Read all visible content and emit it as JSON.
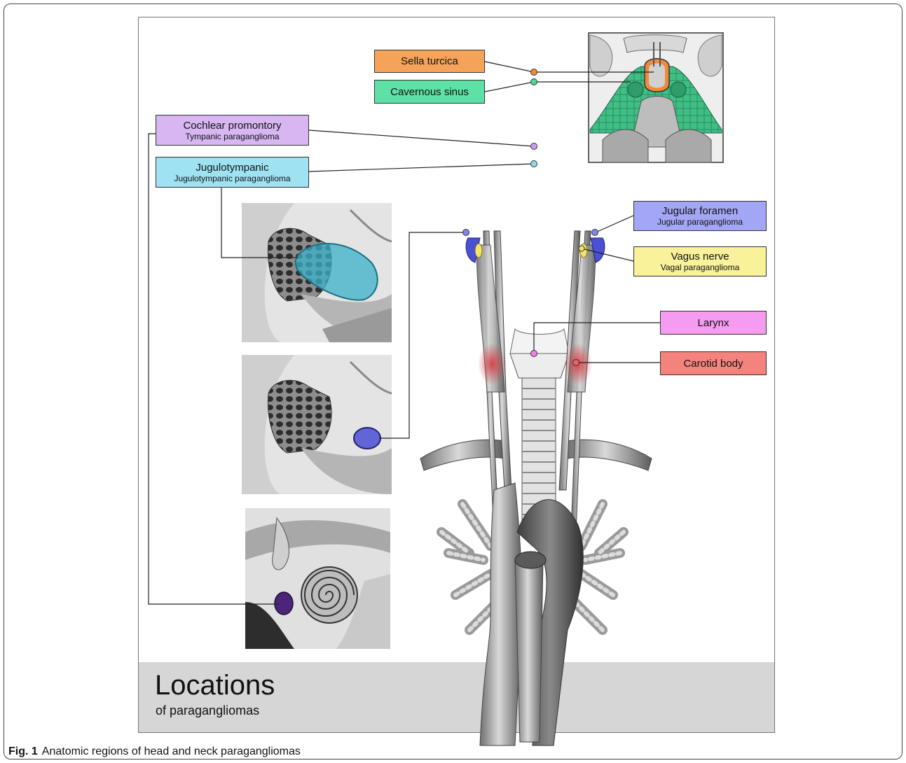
{
  "labels": {
    "sella": {
      "title": "Sella turcica",
      "color": "#f6a35a"
    },
    "cavernous": {
      "title": "Cavernous sinus",
      "color": "#5fe0a6"
    },
    "cochlear": {
      "title": "Cochlear promontory",
      "subtitle": "Tympanic paraganglioma",
      "color": "#d8b6f2"
    },
    "jugulotympanic": {
      "title": "Jugulotympanic",
      "subtitle": "Jugulotympanic paraganglioma",
      "color": "#9fe3f3"
    },
    "jugular": {
      "title": "Jugular foramen",
      "subtitle": "Jugular paraganglioma",
      "color": "#a3a6f5"
    },
    "vagus": {
      "title": "Vagus nerve",
      "subtitle": "Vagal paraganglioma",
      "color": "#f9f29a"
    },
    "larynx": {
      "title": "Larynx",
      "color": "#f59cf0"
    },
    "carotid": {
      "title": "Carotid body",
      "color": "#f5837d"
    }
  },
  "title": {
    "main": "Locations",
    "sub": "of paragangliomas"
  },
  "caption": {
    "label": "Fig. 1",
    "text": "Anatomic regions of head and neck paragangliomas"
  }
}
